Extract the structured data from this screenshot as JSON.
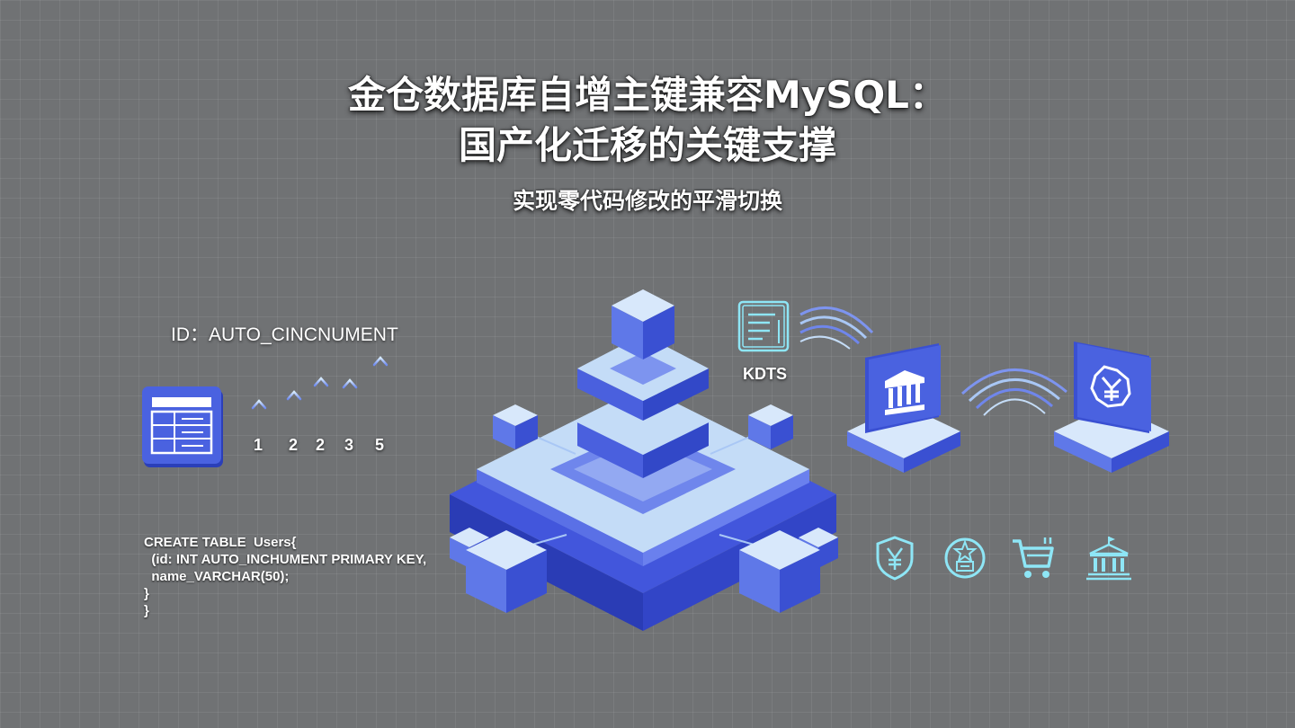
{
  "header": {
    "title_line1": "金仓数据库自增主键兼容MySQL：",
    "title_line2": "国产化迁移的关键支撑",
    "subtitle": "实现零代码修改的平滑切换"
  },
  "left_panel": {
    "id_label": "ID：AUTO_CINCNUMENT",
    "sequence_numbers": [
      "1",
      "2",
      "2",
      "3",
      "5"
    ],
    "code_lines": [
      "CREATE TABLE  Users{",
      "  (id: INT AUTO_INCHUMENT PRIMARY KEY,",
      "  name_VARCHAR(50);",
      "}",
      "}"
    ]
  },
  "right_panel": {
    "tool_label": "KDTS"
  },
  "icons": {
    "table": "table-icon",
    "document": "document-icon",
    "bank": "bank-icon",
    "yuan": "yuan-seal-icon",
    "shield": "yuan-shield-icon",
    "medical": "medical-badge-icon",
    "cart": "shopping-cart-icon",
    "government": "government-building-icon"
  },
  "colors": {
    "background": "#707274",
    "accent_blue": "#3f55d6",
    "light_blue": "#c4dcf7",
    "cyan": "#8ee6f6"
  }
}
